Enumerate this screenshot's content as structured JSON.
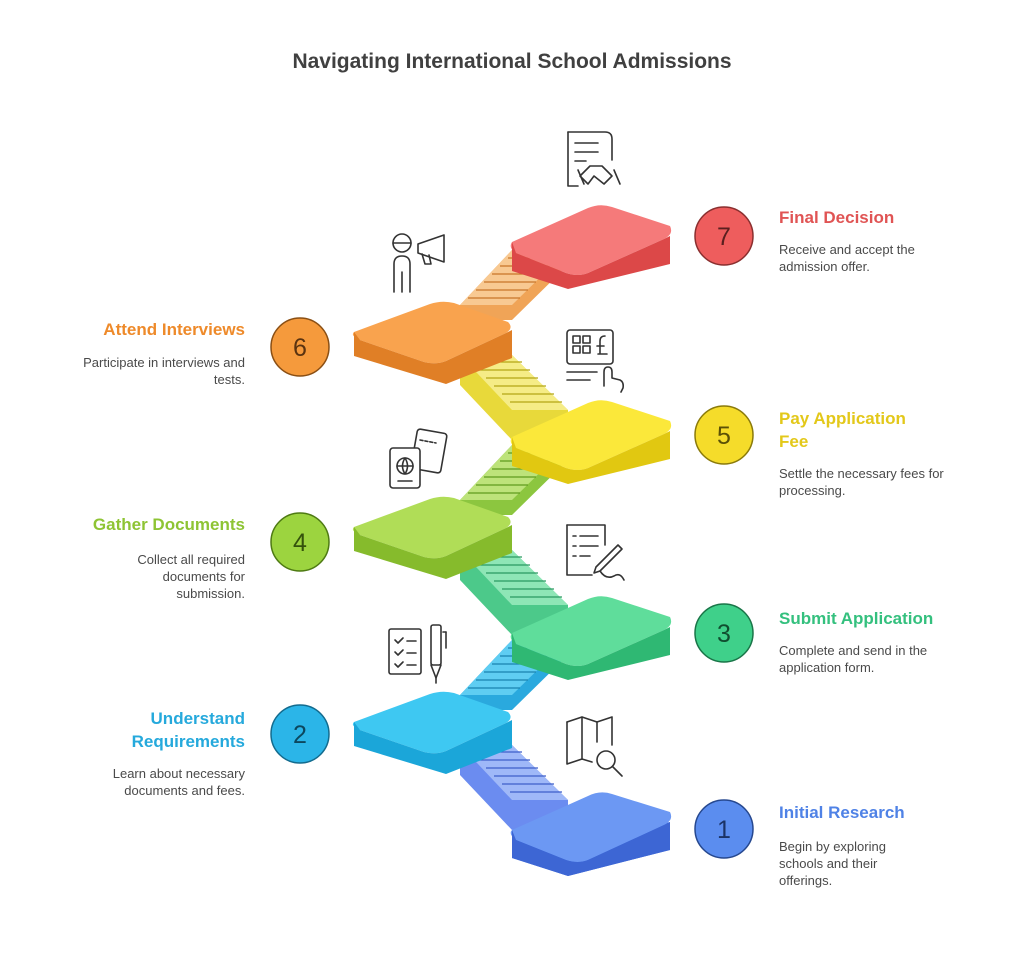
{
  "title": "Navigating International School Admissions",
  "steps": [
    {
      "number": "1",
      "title": "Initial Research",
      "description": "Begin by exploring schools and their offerings.",
      "color": "#5b8def",
      "icon": "map-search-icon"
    },
    {
      "number": "2",
      "title": "Understand Requirements",
      "description": "Learn about necessary documents and fees.",
      "color": "#2bb5e8",
      "icon": "checklist-pen-icon"
    },
    {
      "number": "3",
      "title": "Submit Application",
      "description": "Complete and send in the application form.",
      "color": "#3fd08a",
      "icon": "form-writing-icon"
    },
    {
      "number": "4",
      "title": "Gather Documents",
      "description": "Collect all required documents for submission.",
      "color": "#9cd43f",
      "icon": "passport-ticket-icon"
    },
    {
      "number": "5",
      "title": "Pay Application Fee",
      "description": "Settle the necessary fees for processing.",
      "color": "#f5dc2a",
      "icon": "payment-terminal-icon"
    },
    {
      "number": "6",
      "title": "Attend Interviews",
      "description": "Participate in interviews and tests.",
      "color": "#f59a3c",
      "icon": "person-megaphone-icon"
    },
    {
      "number": "7",
      "title": "Final Decision",
      "description": "Receive and accept the admission offer.",
      "color": "#ee5d5d",
      "icon": "contract-handshake-icon"
    }
  ]
}
